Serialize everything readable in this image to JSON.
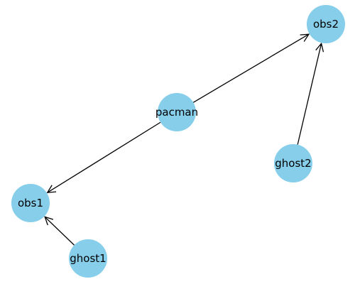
{
  "graph": {
    "node_color": "#87CEEB",
    "edge_color": "#000000",
    "directed": true,
    "nodes": [
      {
        "id": "obs2",
        "label": "obs2"
      },
      {
        "id": "pacman",
        "label": "pacman"
      },
      {
        "id": "ghost2",
        "label": "ghost2"
      },
      {
        "id": "obs1",
        "label": "obs1"
      },
      {
        "id": "ghost1",
        "label": "ghost1"
      }
    ],
    "edges": [
      {
        "from": "pacman",
        "to": "obs2"
      },
      {
        "from": "pacman",
        "to": "obs1"
      },
      {
        "from": "ghost2",
        "to": "obs2"
      },
      {
        "from": "ghost1",
        "to": "obs1"
      }
    ]
  }
}
